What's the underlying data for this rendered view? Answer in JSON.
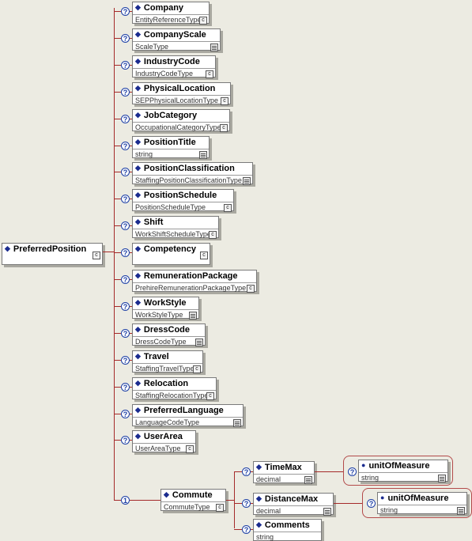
{
  "root": {
    "name": "PreferredPosition"
  },
  "children": [
    {
      "name": "Company",
      "type": "EntityReferenceType",
      "occurrence": "optional",
      "tag": "c"
    },
    {
      "name": "CompanyScale",
      "type": "ScaleType",
      "occurrence": "optional",
      "tag": "grid"
    },
    {
      "name": "IndustryCode",
      "type": "IndustryCodeType",
      "occurrence": "optional",
      "tag": "c"
    },
    {
      "name": "PhysicalLocation",
      "type": "SEPPhysicalLocationType",
      "occurrence": "optional",
      "tag": "c"
    },
    {
      "name": "JobCategory",
      "type": "OccupationalCategoryType",
      "occurrence": "optional",
      "tag": "c"
    },
    {
      "name": "PositionTitle",
      "type": "string",
      "occurrence": "optional",
      "tag": "grid"
    },
    {
      "name": "PositionClassification",
      "type": "StaffingPositionClassificationType",
      "occurrence": "optional",
      "tag": "grid"
    },
    {
      "name": "PositionSchedule",
      "type": "PositionScheduleType",
      "occurrence": "optional",
      "tag": "c"
    },
    {
      "name": "Shift",
      "type": "WorkShiftScheduleType",
      "occurrence": "optional",
      "tag": "c"
    },
    {
      "name": "Competency",
      "type": "",
      "occurrence": "optional",
      "tag": "c"
    },
    {
      "name": "RemunerationPackage",
      "type": "PrehireRemunerationPackageType",
      "occurrence": "optional",
      "tag": "c"
    },
    {
      "name": "WorkStyle",
      "type": "WorkStyleType",
      "occurrence": "optional",
      "tag": "grid"
    },
    {
      "name": "DressCode",
      "type": "DressCodeType",
      "occurrence": "optional",
      "tag": "grid"
    },
    {
      "name": "Travel",
      "type": "StaffingTravelType",
      "occurrence": "optional",
      "tag": "c"
    },
    {
      "name": "Relocation",
      "type": "StaffingRelocationType",
      "occurrence": "optional",
      "tag": "c"
    },
    {
      "name": "PreferredLanguage",
      "type": "LanguageCodeType",
      "occurrence": "optional",
      "tag": "grid"
    },
    {
      "name": "UserArea",
      "type": "UserAreaType",
      "occurrence": "optional",
      "tag": "c"
    }
  ],
  "commute": {
    "name": "Commute",
    "type": "CommuteType",
    "occurrence": "1",
    "tag": "c",
    "children": [
      {
        "name": "TimeMax",
        "type": "decimal",
        "attribute": {
          "name": "unitOfMeasure",
          "type": "string"
        }
      },
      {
        "name": "DistanceMax",
        "type": "decimal",
        "attribute": {
          "name": "unitOfMeasure",
          "type": "string"
        }
      },
      {
        "name": "Comments",
        "type": "string"
      }
    ]
  },
  "colors": {
    "background": "#ecebe2",
    "connector": "#a52a2a",
    "diamond": "#1b2c8f"
  }
}
